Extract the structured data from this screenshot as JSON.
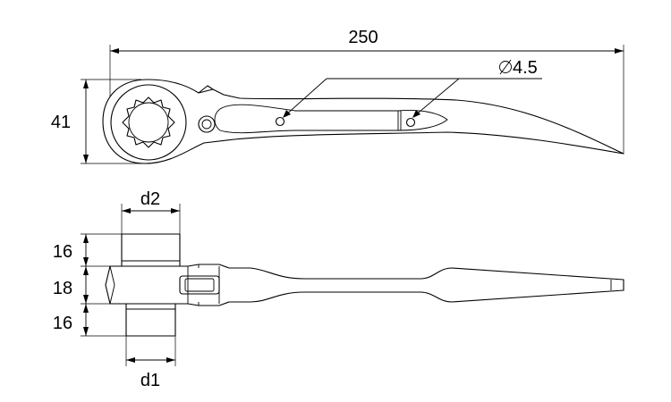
{
  "dimensions": {
    "overall_length": "250",
    "head_height": "41",
    "hole_diameter": "4.5",
    "d2": "d2",
    "d1": "d1",
    "top_socket_height": "16",
    "head_thickness": "18",
    "bottom_socket_height": "16"
  },
  "colors": {
    "line": "#000000",
    "background": "#ffffff"
  }
}
